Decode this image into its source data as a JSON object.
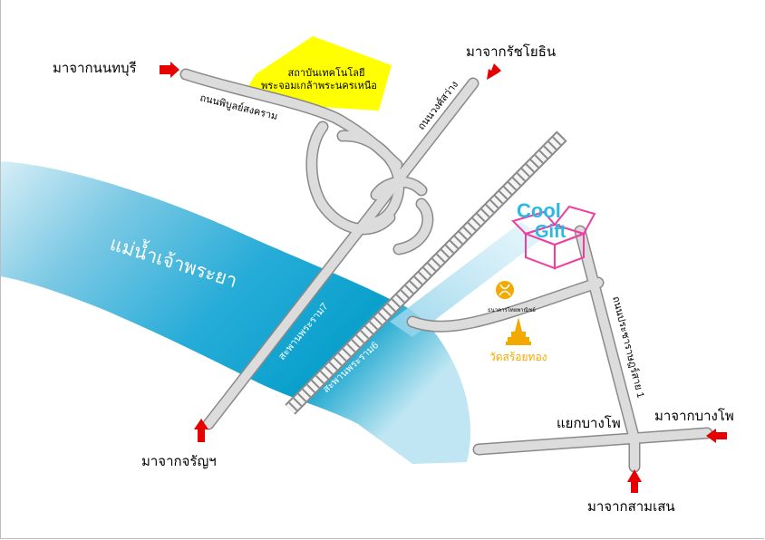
{
  "colors": {
    "river_light": "#a9dcec",
    "river_mid": "#4fb8dc",
    "river_dark": "#0aa0cc",
    "road_fill": "#dcdcdc",
    "road_edge": "#8a8a8a",
    "rail_edge": "#8a8a8a",
    "rail_tie": "#ffffff",
    "institute_block": "#ffff00",
    "arrow": "#e60000",
    "gift_text": "#29b9e3",
    "gift_box": "#ee3fa0",
    "landmark": "#f2a900",
    "text": "#000000",
    "river_text": "#ffffff"
  },
  "labels": {
    "from_nonthaburi": "มาจากนนทบุรี",
    "from_ratchayothin": "มาจากรัชโยธิน",
    "from_charan": "มาจากจรัญฯ",
    "from_bangpho": "มาจากบางโพ",
    "from_samsen": "มาจากสามเสน",
    "junction_bangpho": "แยกบางโพ",
    "institute_line1": "สถาบันเทคโนโลยี",
    "institute_line2": "พระจอมเกล้าพระนครเหนือ",
    "road_pibulsongkram": "ถนนพิบูลย์สงคราม",
    "road_wongsawang": "ถนนวงศ์สว่าง",
    "road_pracharat": "ถนนประชาราษฎร์สาย 1",
    "bridge_rama7": "สะพานพระราม7",
    "bridge_rama6": "สะพานพระราม6",
    "river": "แม่น้ำเจ้าพระยา",
    "bank_siam": "ธนาคารไทยพาณิชย์",
    "wat_soithong": "วัดสร้อยทอง",
    "brand_cool": "Cool",
    "brand_gift": "Gift"
  },
  "icons": {
    "arrow": "arrow-icon",
    "scb_bank": "scb-bank-icon",
    "temple": "temple-icon",
    "gift_box": "gift-box-icon"
  }
}
